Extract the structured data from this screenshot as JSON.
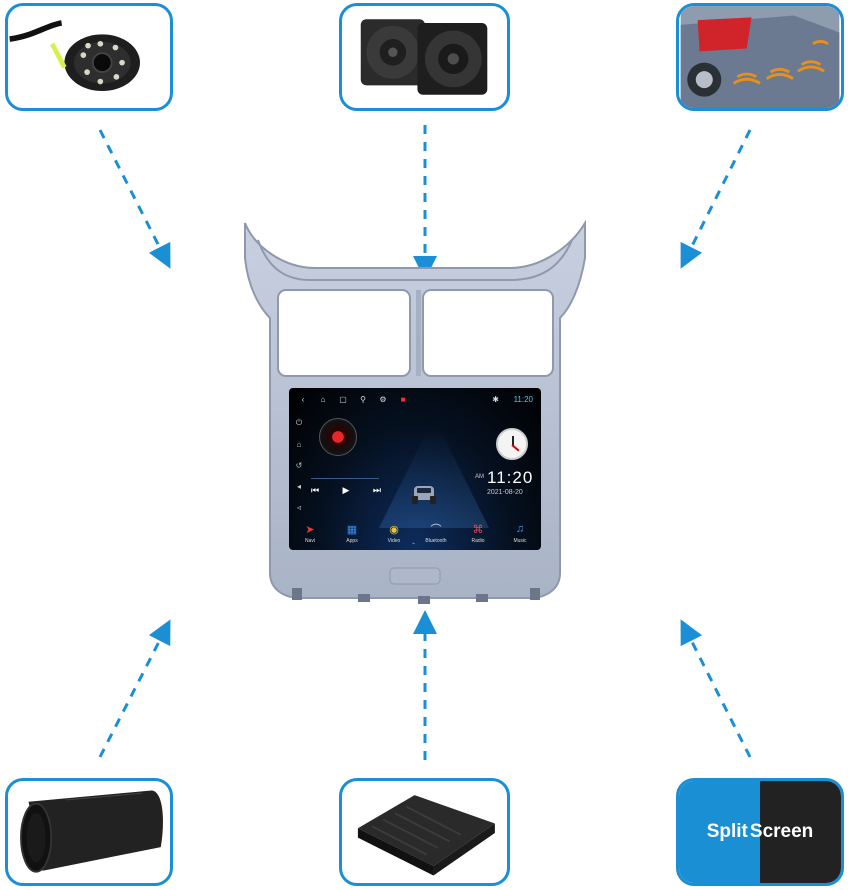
{
  "tiles": {
    "camera": "rear-view-camera",
    "speaker": "car-speakers",
    "sensor": "parking-sensors",
    "subwoofer": "subwoofer-tube",
    "amplifier": "car-amplifier",
    "split": {
      "word1": "Split",
      "word2": "Screen"
    }
  },
  "screen": {
    "status_time": "11:20",
    "time": "11:20",
    "ampm": "AM",
    "date": "2021-08-20",
    "dock": [
      {
        "label": "Navi",
        "icon": "navigation-icon",
        "color": "#e83a3a"
      },
      {
        "label": "Apps",
        "icon": "apps-grid-icon",
        "color": "#3a8be8"
      },
      {
        "label": "Video",
        "icon": "video-icon",
        "color": "#e8c43a"
      },
      {
        "label": "Bluetooth",
        "icon": "bluetooth-icon",
        "color": "#dddddd"
      },
      {
        "label": "Radio",
        "icon": "radio-icon",
        "color": "#e84a4a"
      },
      {
        "label": "Music",
        "icon": "music-icon",
        "color": "#4a9be8"
      }
    ]
  },
  "colors": {
    "accent": "#1a8fd6",
    "arrow": "#1a8fd6",
    "frame": "#b9c2d6"
  }
}
